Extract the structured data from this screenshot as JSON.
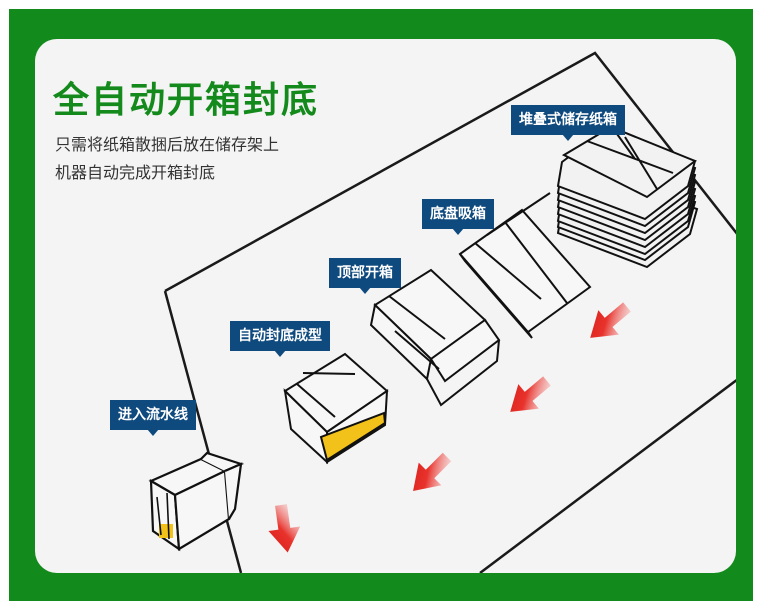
{
  "title": "全自动开箱封底",
  "description": [
    "只需将纸箱散捆后放在储存架上",
    "机器自动完成开箱封底"
  ],
  "steps": [
    {
      "label": "进入流水线"
    },
    {
      "label": "自动封底成型"
    },
    {
      "label": "顶部开箱"
    },
    {
      "label": "底盘吸箱"
    },
    {
      "label": "堆叠式储存纸箱"
    }
  ],
  "colors": {
    "frame": "#138a1c",
    "title": "#148a1c",
    "label_bg": "#0f4a7e",
    "arrow": "#e52521",
    "tape": "#f2c21a"
  },
  "icons": [
    "red-arrow-icon"
  ]
}
